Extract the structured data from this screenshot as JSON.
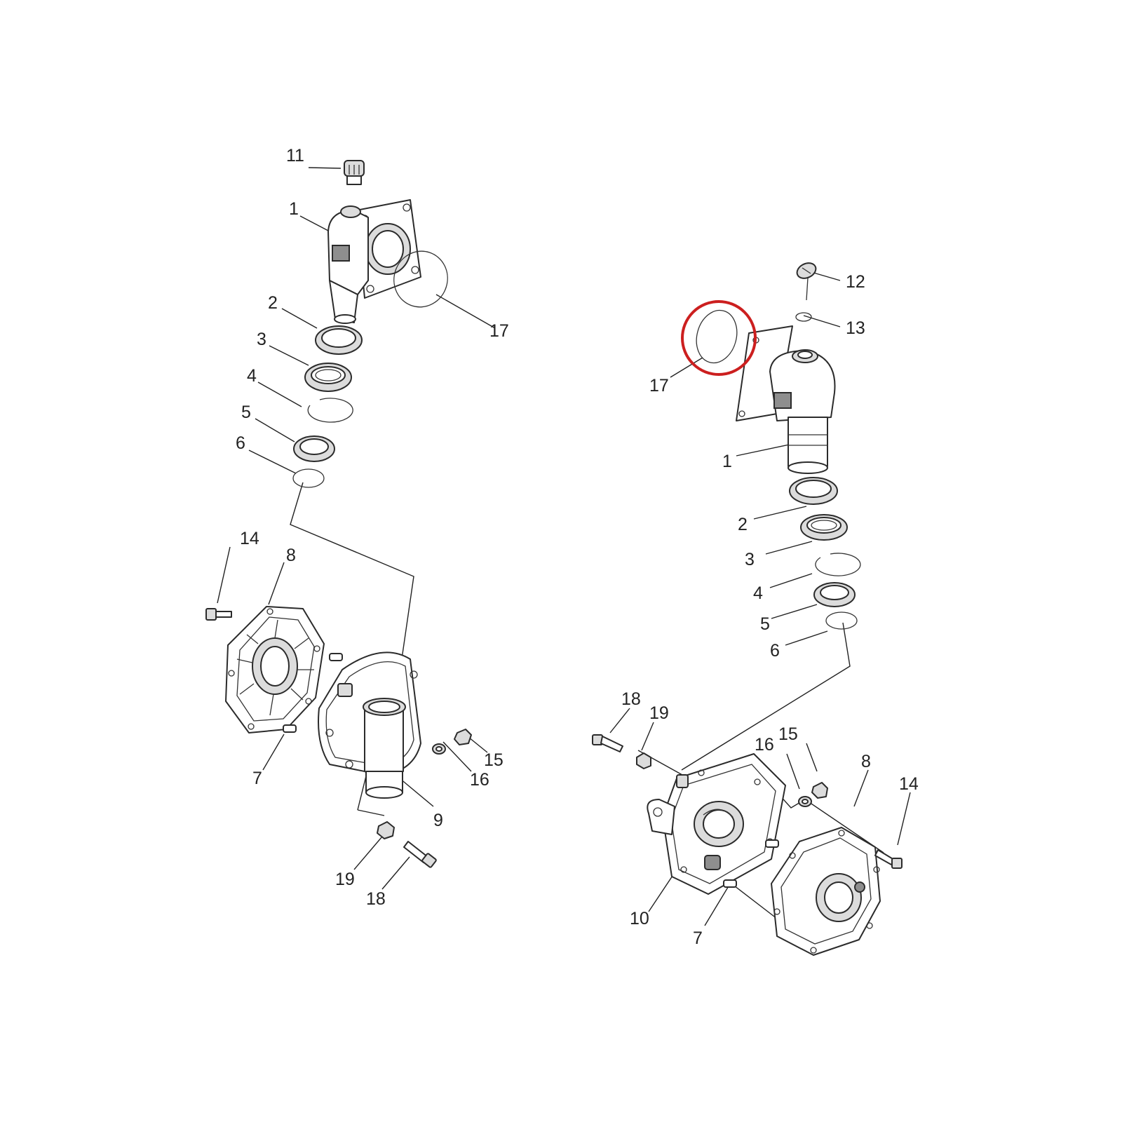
{
  "callouts": {
    "left": {
      "c1": "1",
      "c2": "2",
      "c3": "3",
      "c4": "4",
      "c5": "5",
      "c6": "6",
      "c7": "7",
      "c8": "8",
      "c9": "9",
      "c11": "11",
      "c14": "14",
      "c15": "15",
      "c16": "16",
      "c17": "17",
      "c18": "18",
      "c19": "19"
    },
    "right": {
      "c1": "1",
      "c2": "2",
      "c3": "3",
      "c4": "4",
      "c5": "5",
      "c6": "6",
      "c7": "7",
      "c8": "8",
      "c10": "10",
      "c12": "12",
      "c13": "13",
      "c14": "14",
      "c15": "15",
      "c16": "16",
      "c17": "17",
      "c18": "18",
      "c19": "19"
    }
  },
  "highlight": {
    "part": "17",
    "color": "#cc1f1f"
  },
  "colors": {
    "line": "#2b2b2b",
    "background": "#ffffff"
  }
}
